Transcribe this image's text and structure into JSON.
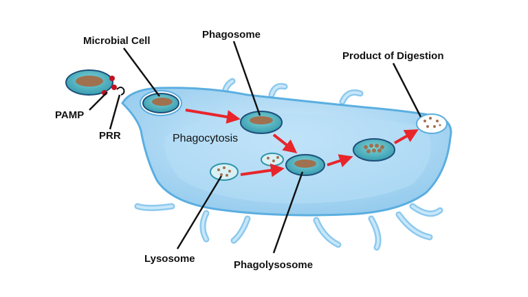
{
  "diagram": {
    "labels": {
      "microbial_cell": "Microbial Cell",
      "phagosome": "Phagosome",
      "product_of_digestion": "Product of Digestion",
      "pamp": "PAMP",
      "prr": "PRR",
      "phagocytosis": "Phagocytosis",
      "lysosome": "Lysosome",
      "phagolysosome": "Phagolysosome"
    },
    "colors": {
      "cell_fill": "#a9d6f2",
      "cell_outline": "#5aaee0",
      "vesicle_teal": "#3fa7b4",
      "vesicle_dark": "#1d4f7a",
      "microbe_body": "#a0714f",
      "arrow": "#e8252b",
      "pamp_dot": "#c1121f"
    }
  }
}
